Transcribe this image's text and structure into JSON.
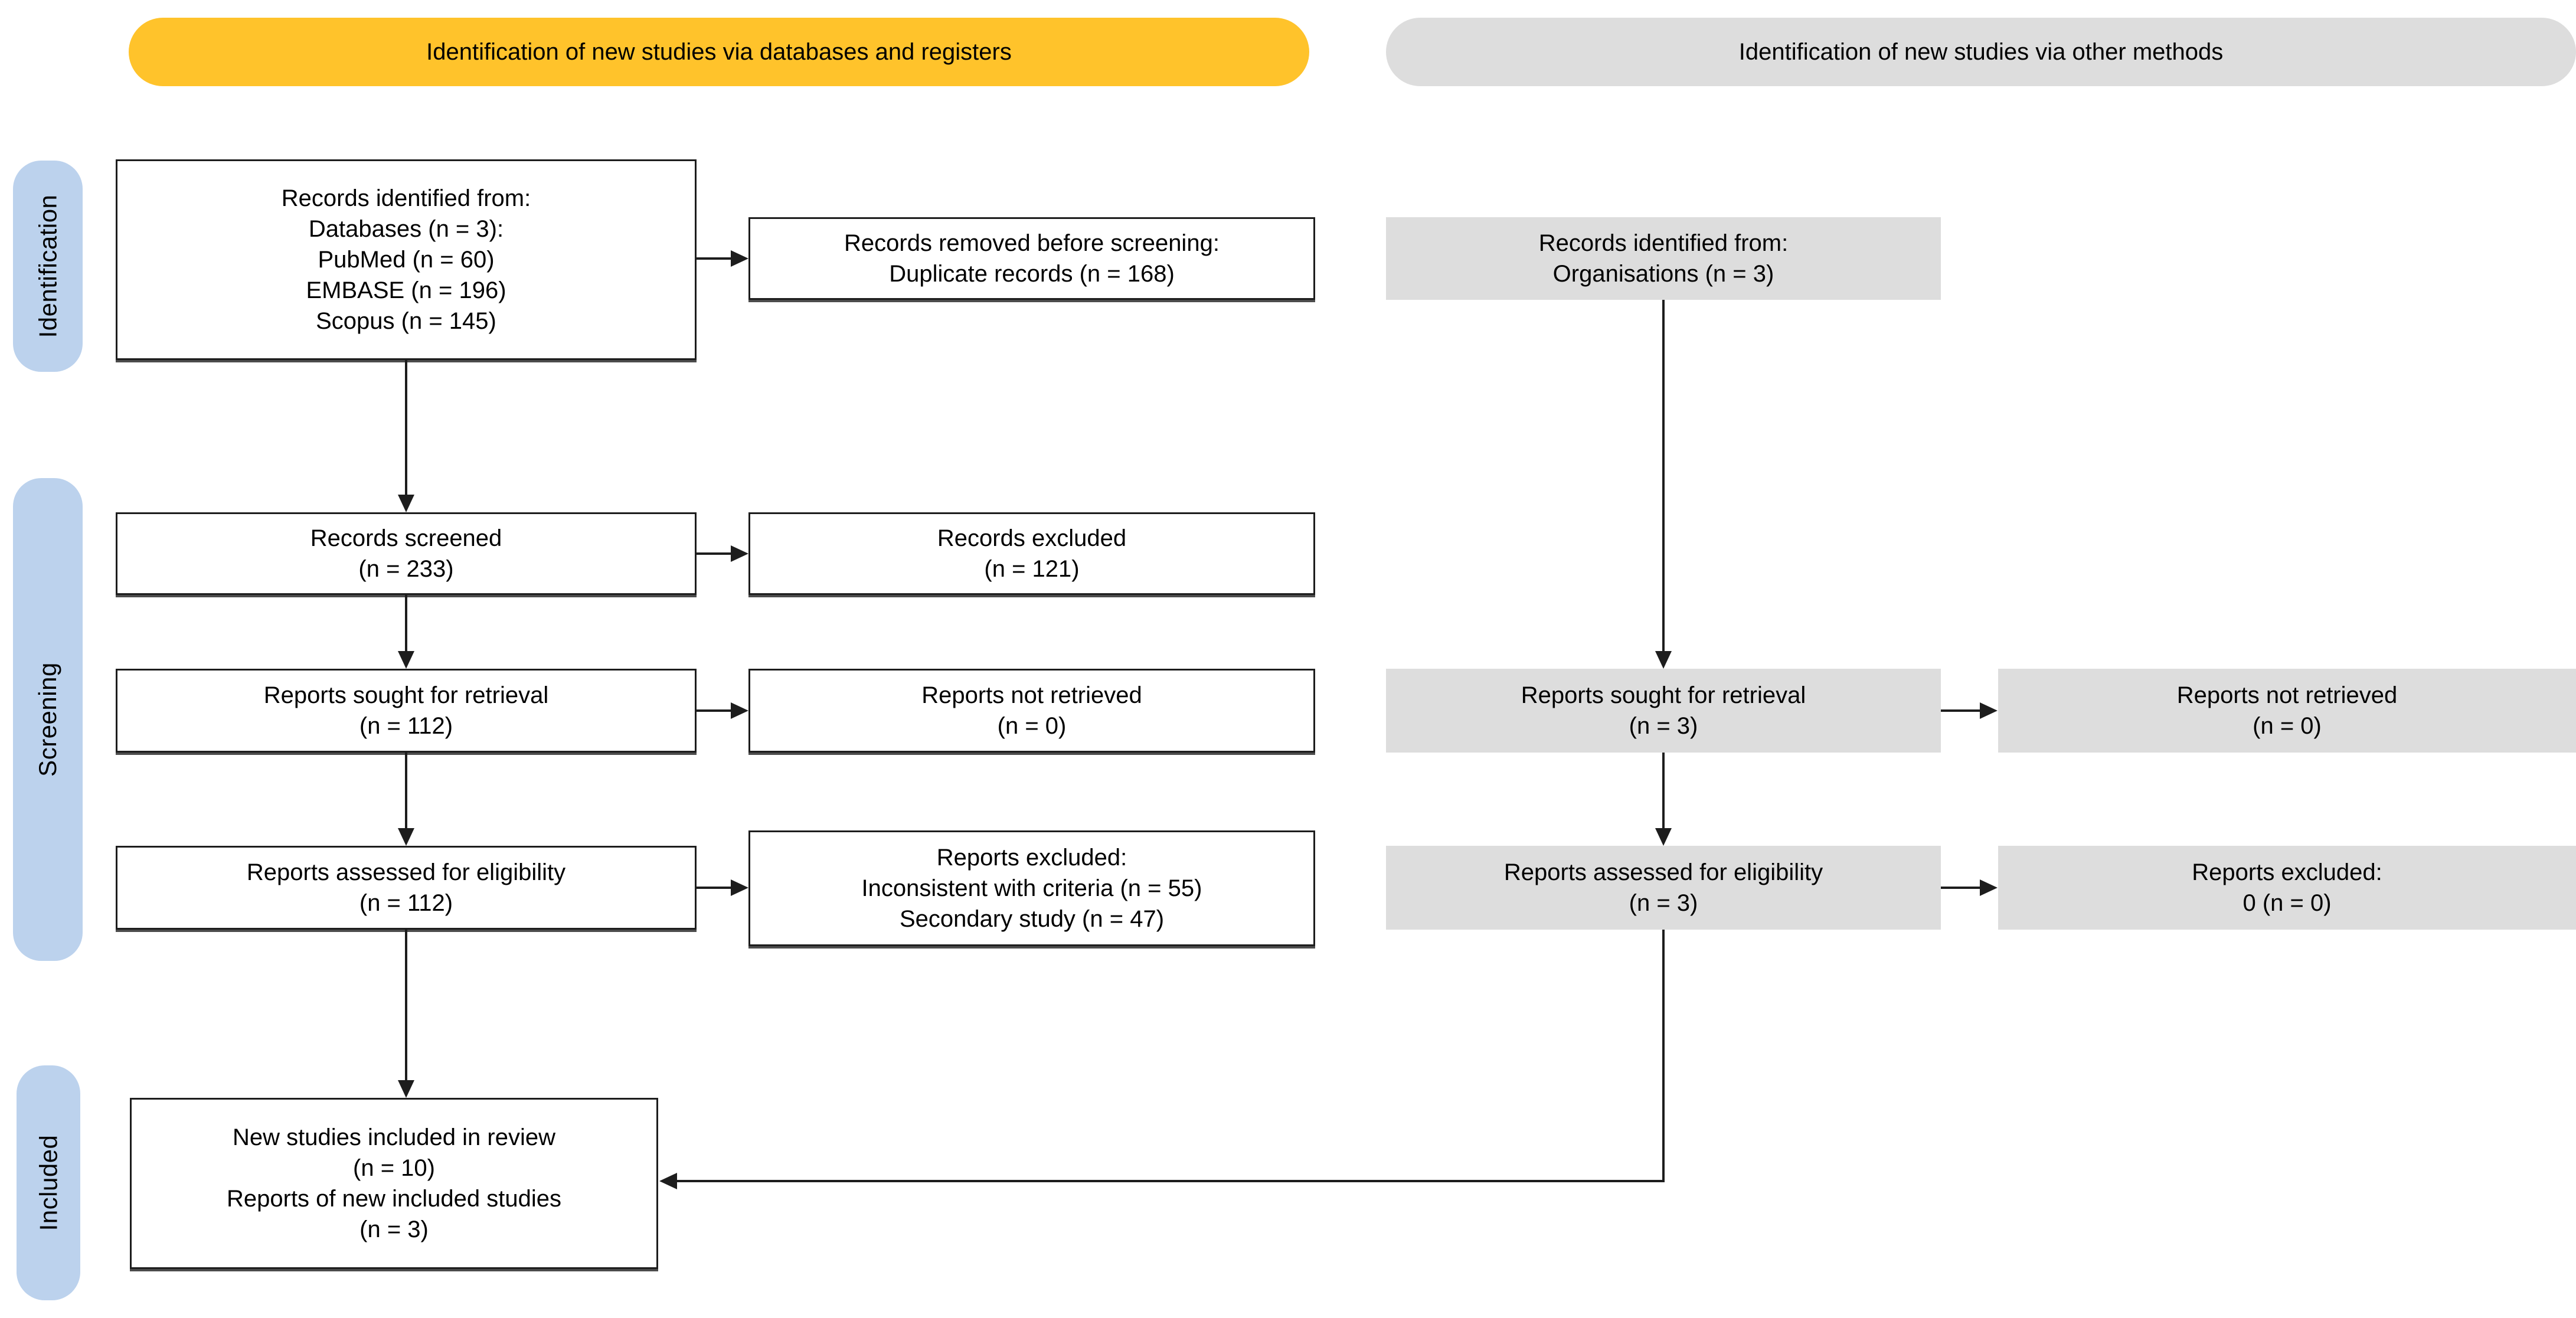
{
  "colors": {
    "identification_banner": "#FFC32B",
    "other_methods_banner": "#DDDDDD",
    "stage_pill": "#BCD2ED",
    "grey_box": "#DDDDDD",
    "line": "#1d1d1d"
  },
  "banners": {
    "databases": "Identification of new studies via databases and registers",
    "other_methods": "Identification of new studies via other methods"
  },
  "stages": {
    "identification": "Identification",
    "screening": "Screening",
    "included": "Included"
  },
  "databases_column": {
    "records_identified": {
      "line1": "Records identified from:",
      "line2": "Databases (n = 3):",
      "line3": "PubMed (n = 60)",
      "line4": "EMBASE (n = 196)",
      "line5": "Scopus (n = 145)"
    },
    "records_removed": {
      "line1": "Records removed before screening:",
      "line2": "Duplicate records (n = 168)"
    },
    "records_screened": {
      "line1": "Records screened",
      "line2": "(n = 233)"
    },
    "records_excluded": {
      "line1": "Records excluded",
      "line2": "(n = 121)"
    },
    "reports_sought": {
      "line1": "Reports sought for retrieval",
      "line2": "(n = 112)"
    },
    "reports_not_retrieved": {
      "line1": "Reports not retrieved",
      "line2": "(n = 0)"
    },
    "reports_assessed": {
      "line1": "Reports assessed for eligibility",
      "line2": "(n = 112)"
    },
    "reports_excluded": {
      "line1": "Reports excluded:",
      "line2": "Inconsistent with criteria (n = 55)",
      "line3": "Secondary study (n = 47)"
    }
  },
  "other_methods_column": {
    "records_identified": {
      "line1": "Records identified from:",
      "line2": "Organisations (n = 3)"
    },
    "reports_sought": {
      "line1": "Reports sought for retrieval",
      "line2": "(n = 3)"
    },
    "reports_not_retrieved": {
      "line1": "Reports not retrieved",
      "line2": "(n = 0)"
    },
    "reports_assessed": {
      "line1": "Reports assessed for eligibility",
      "line2": "(n = 3)"
    },
    "reports_excluded": {
      "line1": "Reports excluded:",
      "line2": "0 (n = 0)"
    }
  },
  "included_box": {
    "line1": "New studies included in review",
    "line2": "(n = 10)",
    "line3": "Reports of new included studies",
    "line4": "(n = 3)"
  }
}
